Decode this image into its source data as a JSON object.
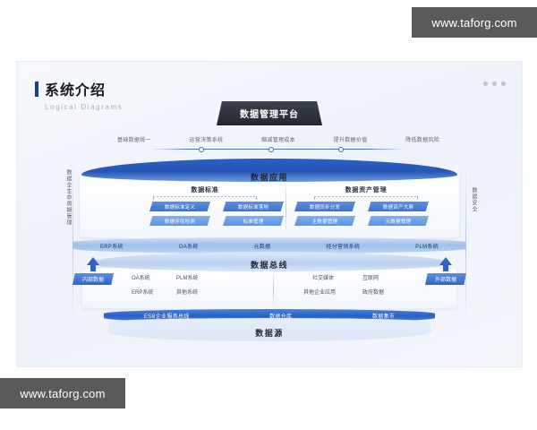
{
  "watermarks": {
    "top": "www.taforg.com",
    "bottom": "www.taforg.com"
  },
  "card": {
    "title": "系统介绍",
    "subtitle": "Logical Diagrams",
    "menu_dots": "•••"
  },
  "platform": {
    "label": "数据管理平台"
  },
  "goals": [
    "基础数据统一",
    "运营决策系统",
    "缩减管理成本",
    "提升数据价值",
    "降低数据风险"
  ],
  "side_labels": {
    "left": "数据全生命周期管理",
    "right": "数据安全"
  },
  "layers": {
    "application": {
      "label": "数据应用",
      "sections": [
        {
          "title": "数据标准",
          "items": [
            "数据标准定义",
            "数据标准落地",
            "数据评估检测",
            "标准管理"
          ]
        },
        {
          "title": "数据资产管理",
          "items": [
            "数据同步分发",
            "数据资产大屏",
            "主数据管理",
            "元数据管理"
          ]
        }
      ]
    },
    "systems": [
      "ERP系统",
      "OA系统",
      "元数据",
      "经分营销系统",
      "PLM系统"
    ],
    "bus": {
      "label": "数据总线",
      "internal": {
        "chip": "内部数据",
        "items": [
          "OA系统",
          "PLM系统",
          "ERP系统",
          "其他系统"
        ]
      },
      "external": {
        "chip": "外部数据",
        "items": [
          "社交媒体",
          "互联网",
          "其他企业应用",
          "政府数据"
        ]
      }
    },
    "storage": [
      "ESB企业服务总线",
      "数据仓库",
      "数据集市"
    ],
    "source": {
      "label": "数据源"
    }
  },
  "colors": {
    "accent": "#2a5fc4",
    "dark": "#23272f",
    "title": "#1a1a1a",
    "rail": "#b9c8e0"
  }
}
